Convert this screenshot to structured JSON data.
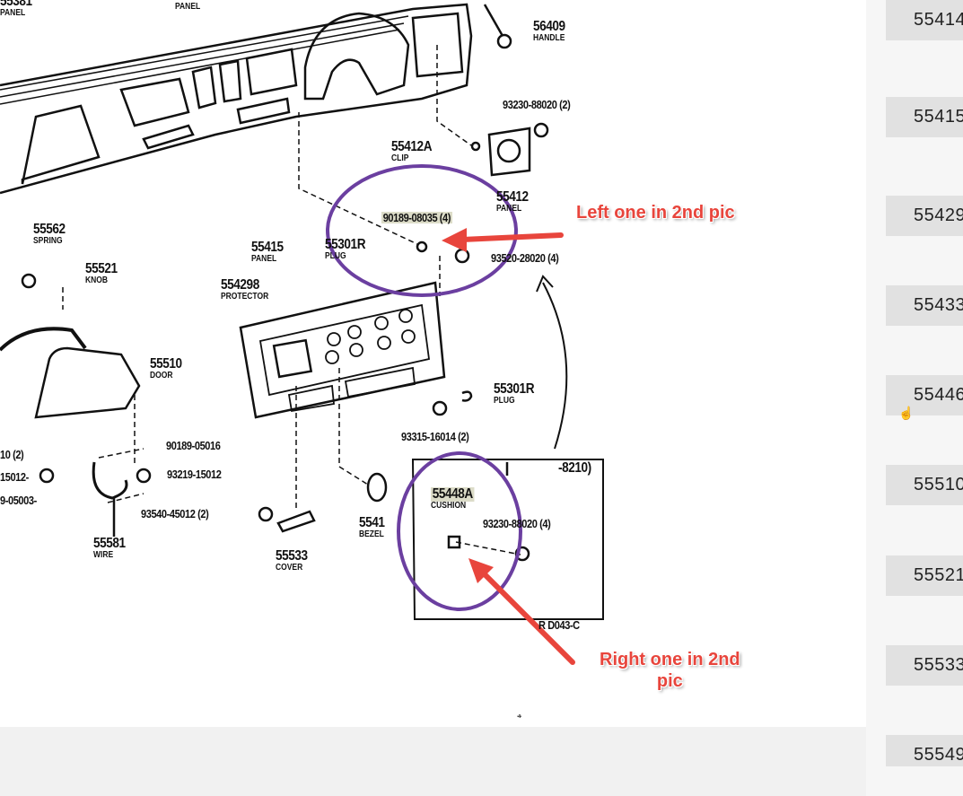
{
  "diagram": {
    "labels": [
      {
        "n": "55381",
        "s": "PANEL"
      },
      {
        "n": "",
        "s": "PANEL"
      },
      {
        "n": "56409",
        "s": "HANDLE"
      },
      {
        "n": "93230-88020 (2)",
        "s": ""
      },
      {
        "n": "55412A",
        "s": "CLIP"
      },
      {
        "n": "55412",
        "s": "PANEL"
      },
      {
        "n": "90189-08035 (4)",
        "s": ""
      },
      {
        "n": "93520-28020 (4)",
        "s": ""
      },
      {
        "n": "55562",
        "s": "SPRING"
      },
      {
        "n": "55521",
        "s": "KNOB"
      },
      {
        "n": "55415",
        "s": "PANEL"
      },
      {
        "n": "55301R",
        "s": "PLUG"
      },
      {
        "n": "554298",
        "s": "PROTECTOR"
      },
      {
        "n": "55510",
        "s": "DOOR"
      },
      {
        "n": "55301R",
        "s": "PLUG"
      },
      {
        "n": "93315-16014 (2)",
        "s": ""
      },
      {
        "n": "10 (2)",
        "s": ""
      },
      {
        "n": "90189-05016",
        "s": ""
      },
      {
        "n": "15012-",
        "s": ""
      },
      {
        "n": "93219-15012",
        "s": ""
      },
      {
        "n": "9-05003-",
        "s": ""
      },
      {
        "n": "93540-45012 (2)",
        "s": ""
      },
      {
        "n": "55581",
        "s": "WIRE"
      },
      {
        "n": "55533",
        "s": "COVER"
      },
      {
        "n": "5541",
        "s": "BEZEL"
      },
      {
        "n": "-8210)",
        "s": ""
      },
      {
        "n": "55448A",
        "s": "CUSHION"
      },
      {
        "n": "93230-88020 (4)",
        "s": ""
      },
      {
        "n": "R D043-C",
        "s": ""
      },
      {
        "n": "-4-",
        "s": ""
      }
    ],
    "annotations": {
      "left": "Left one in 2nd pic",
      "right_line1": "Right one in 2nd",
      "right_line2": "pic"
    },
    "colors": {
      "annotation": "#e8453c",
      "circle": "#6b3fa0"
    }
  },
  "sidebar": {
    "parts": [
      "55414",
      "55415",
      "55429",
      "55433",
      "55446",
      "55510",
      "55521",
      "55533",
      "55549"
    ]
  }
}
